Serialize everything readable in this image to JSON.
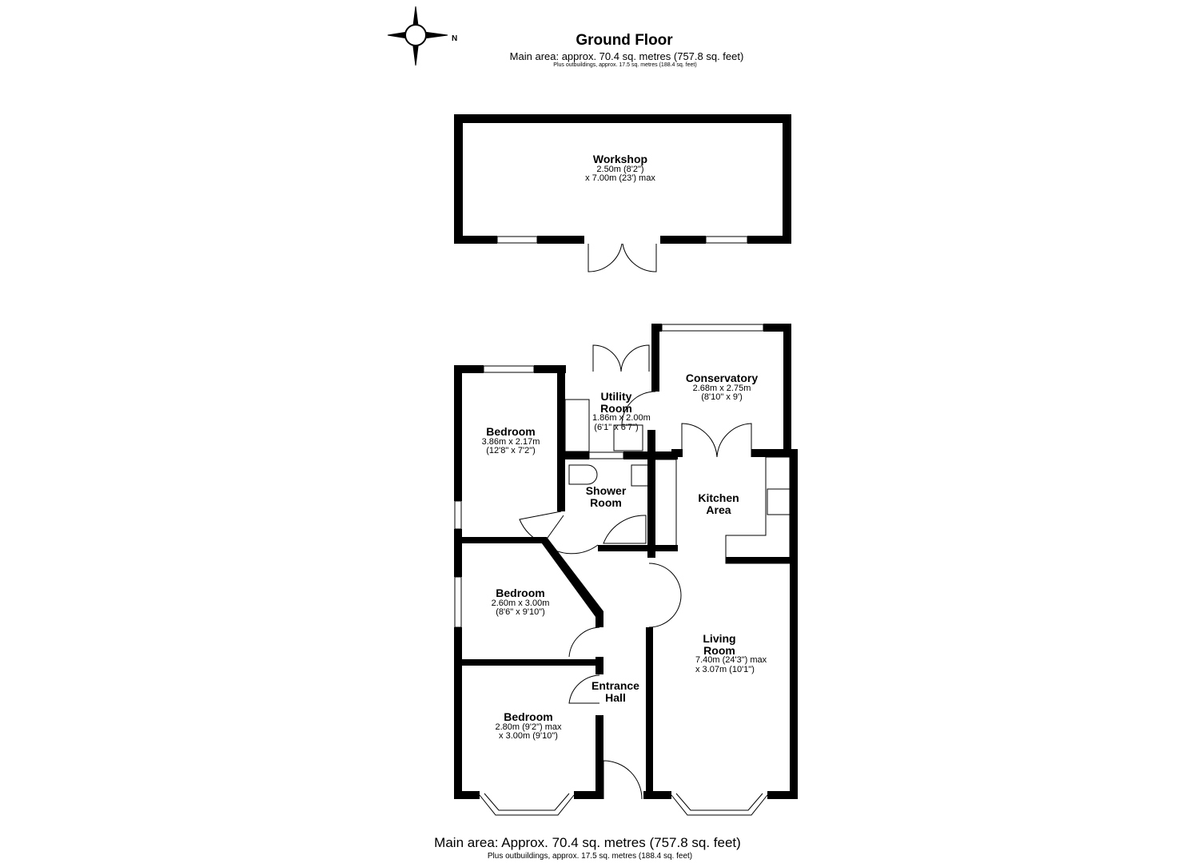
{
  "header": {
    "title": "Ground Floor",
    "main_area": "Main area: approx. 70.4 sq. metres (757.8 sq. feet)",
    "outbuildings": "Plus outbuildings, approx. 17.5 sq. metres (188.4 sq. feet)"
  },
  "compass": {
    "label": "N",
    "icon": "compass-icon"
  },
  "rooms": [
    {
      "name": "Workshop",
      "dims": [
        "2.50m (8'2\")",
        "x 7.00m (23') max"
      ]
    },
    {
      "name": "Conservatory",
      "dims": [
        "2.68m x 2.75m",
        "(8'10\" x 9')"
      ]
    },
    {
      "name": "Utility Room",
      "dims": [
        "1.86m x 2.00m",
        "(6'1\" x 6'7\")"
      ]
    },
    {
      "name": "Bedroom",
      "dims": [
        "3.86m x 2.17m",
        "(12'8\" x 7'2\")"
      ]
    },
    {
      "name": "Shower Room",
      "dims": []
    },
    {
      "name": "Kitchen Area",
      "dims": []
    },
    {
      "name": "Bedroom",
      "dims": [
        "2.60m x 3.00m",
        "(8'6\" x 9'10\")"
      ]
    },
    {
      "name": "Living Room",
      "dims": [
        "7.40m (24'3\") max",
        "x 3.07m (10'1\")"
      ]
    },
    {
      "name": "Entrance Hall",
      "dims": []
    },
    {
      "name": "Bedroom",
      "dims": [
        "2.80m (9'2\") max",
        "x 3.00m (9'10\")"
      ]
    }
  ],
  "footer": {
    "main_area": "Main area: Approx. 70.4 sq. metres (757.8 sq. feet)",
    "outbuildings": "Plus outbuildings, approx. 17.5 sq. metres (188.4 sq. feet)"
  }
}
